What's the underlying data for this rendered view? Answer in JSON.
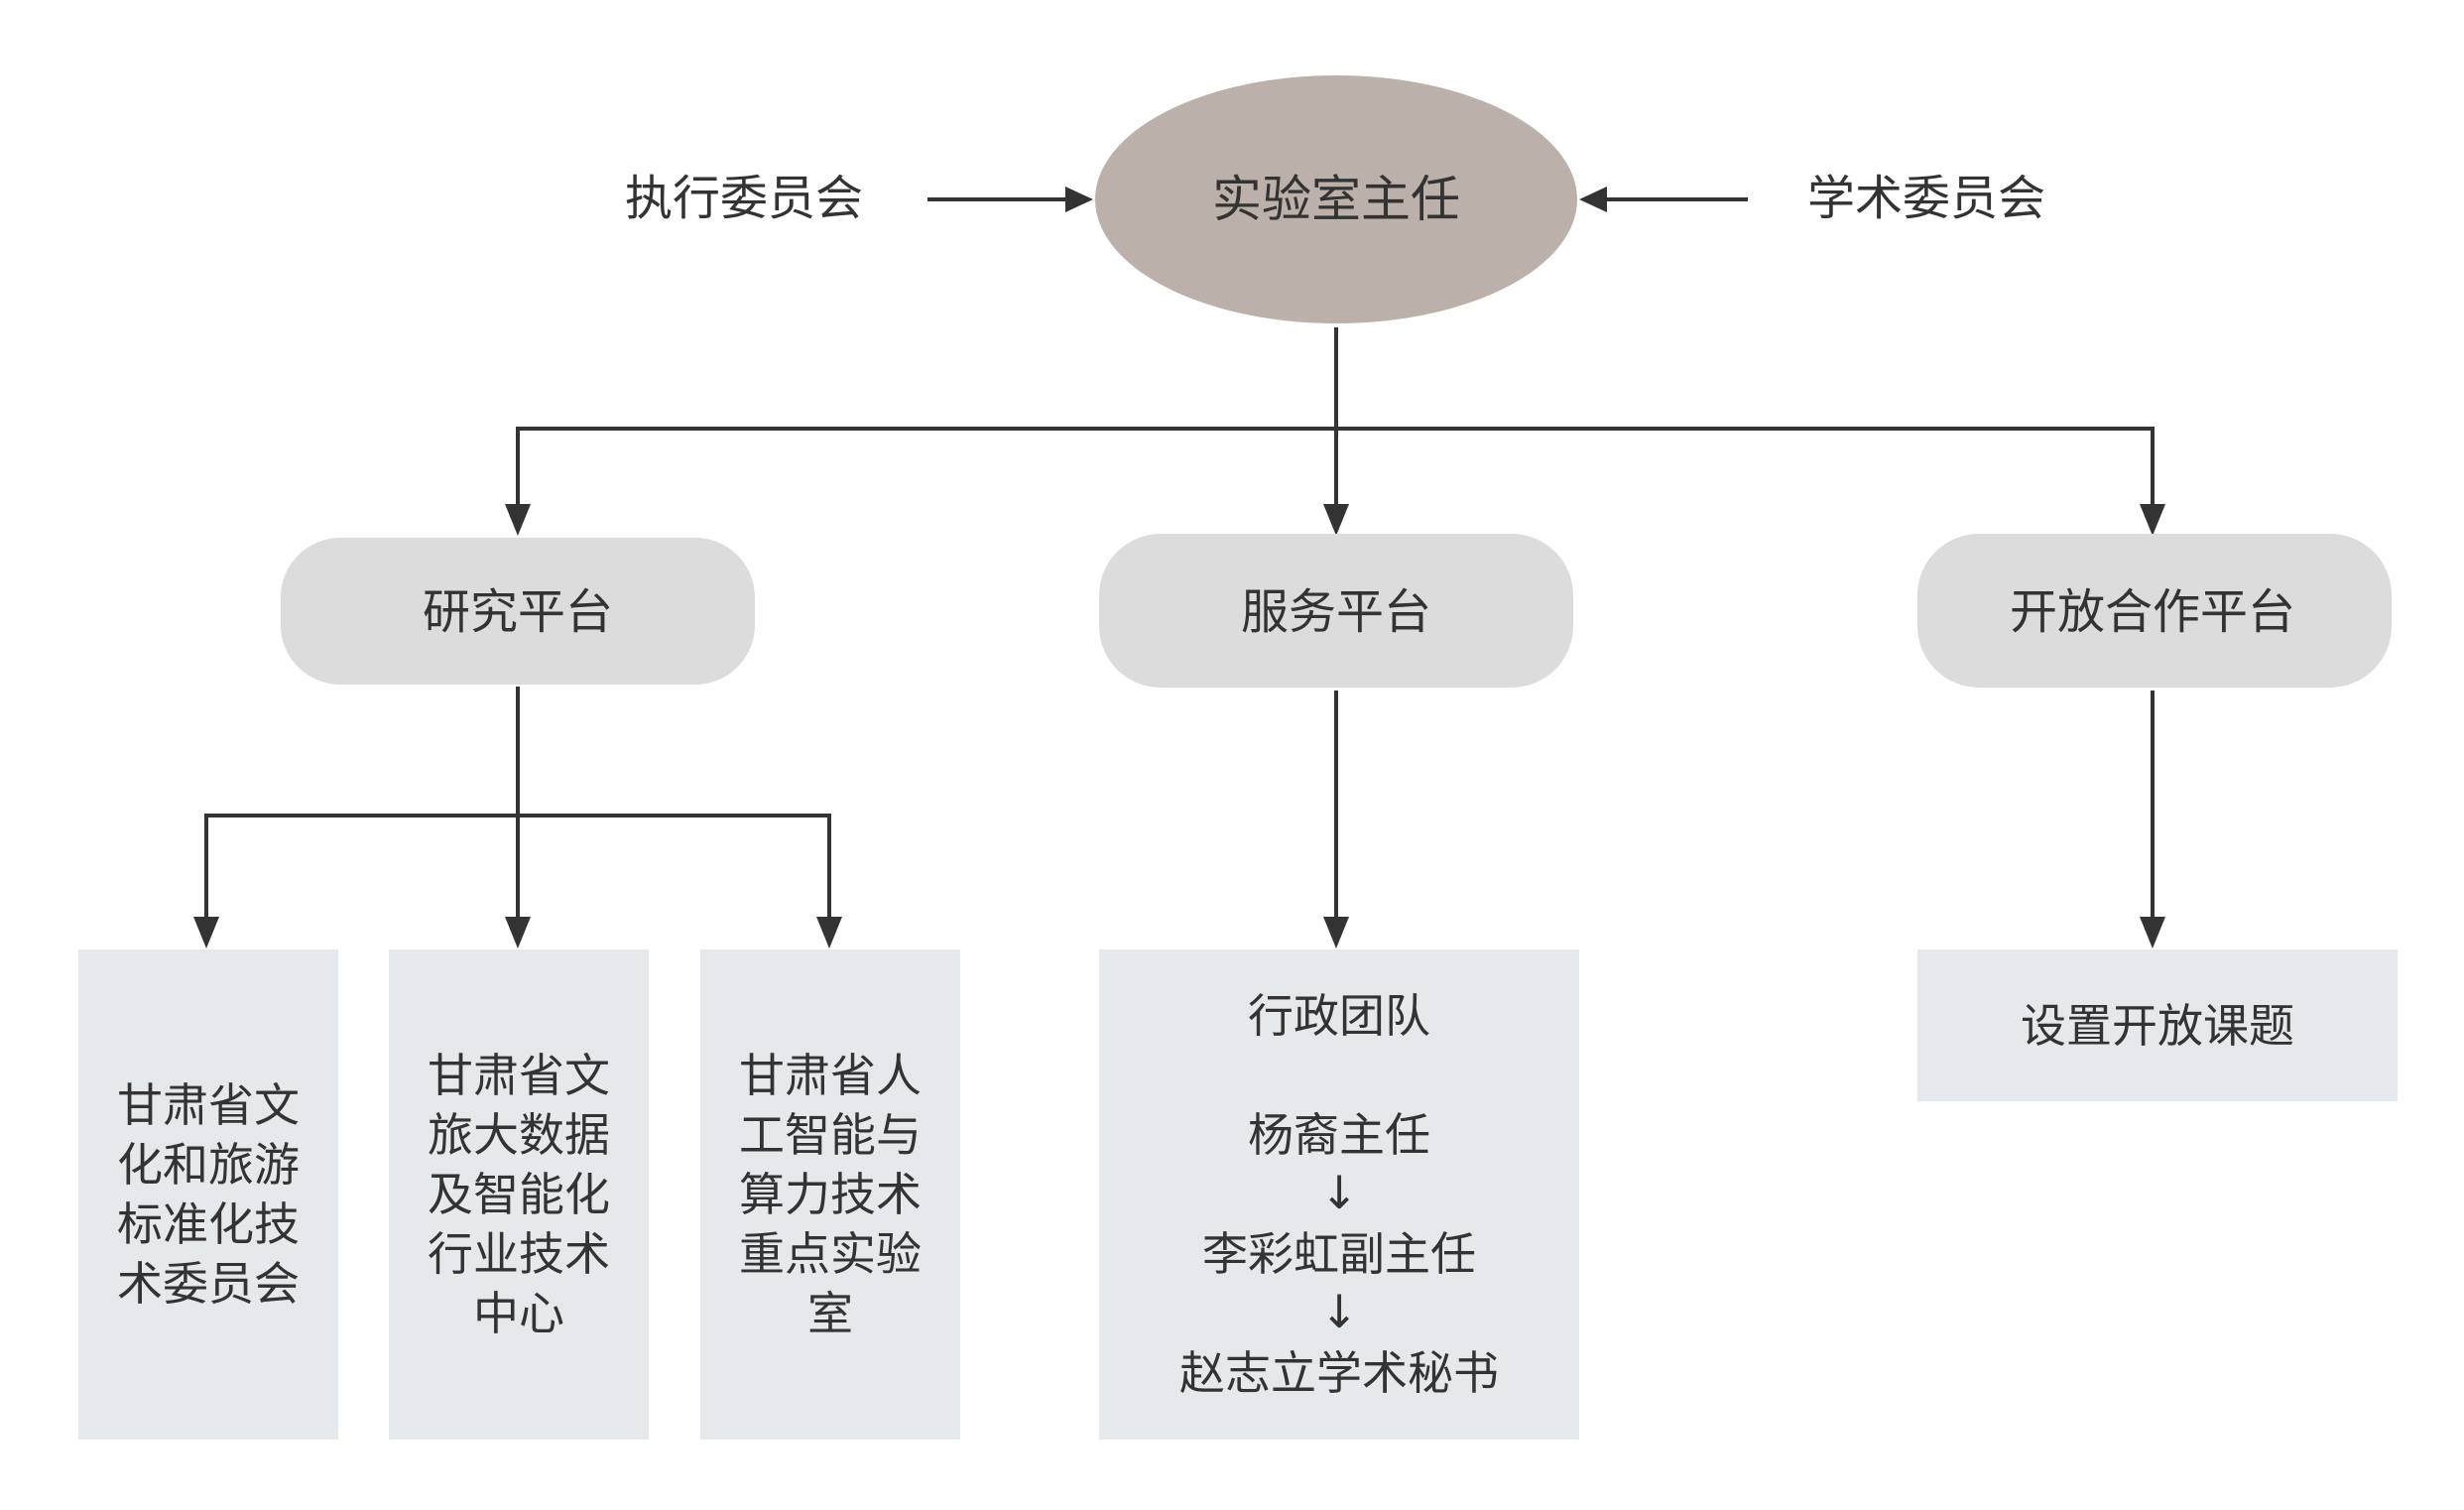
{
  "nodes": {
    "exec_committee": "执行委员会",
    "lab_director": "实验室主任",
    "academic_committee": "学术委员会",
    "research_platform": "研究平台",
    "service_platform": "服务平台",
    "open_platform": "开放合作平台",
    "research_box_1": [
      "甘肃省文",
      "化和旅游",
      "标准化技",
      "术委员会"
    ],
    "research_box_2": [
      "甘肃省文",
      "旅大数据",
      "及智能化",
      "行业技术",
      "中心"
    ],
    "research_box_3": [
      "甘肃省人",
      "工智能与",
      "算力技术",
      "重点实验",
      "室"
    ],
    "service_box": {
      "team_title": "行政团队",
      "member_1": "杨裔主任",
      "arrow_1": "↓",
      "member_2": "李彩虹副主任",
      "arrow_2": "↓",
      "member_3": "赵志立学术秘书"
    },
    "open_box": "设置开放课题"
  },
  "colors": {
    "director_fill": "#bcb0ab",
    "platform_fill": "#dcdcdc",
    "leaf_fill": "#e6e9ec",
    "line": "#333333",
    "text": "#333333"
  }
}
